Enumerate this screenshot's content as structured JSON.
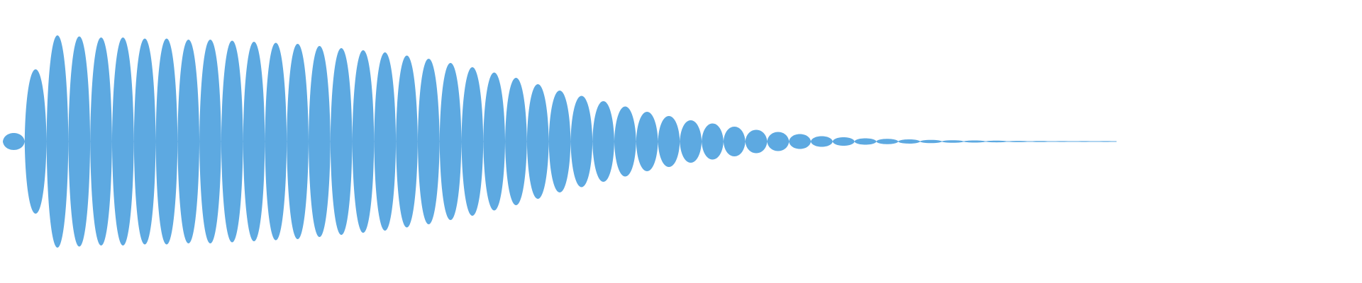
{
  "waveform": {
    "color": "#5da9e1",
    "background": "#ffffff",
    "style": "mirrored-envelope",
    "peaks": [
      0.08,
      0.68,
      1.0,
      0.99,
      0.98,
      0.98,
      0.97,
      0.97,
      0.96,
      0.96,
      0.95,
      0.94,
      0.93,
      0.92,
      0.9,
      0.88,
      0.86,
      0.84,
      0.81,
      0.78,
      0.74,
      0.7,
      0.65,
      0.6,
      0.54,
      0.48,
      0.43,
      0.38,
      0.33,
      0.28,
      0.24,
      0.2,
      0.17,
      0.14,
      0.11,
      0.09,
      0.07,
      0.05,
      0.04,
      0.03,
      0.025,
      0.02,
      0.015,
      0.012,
      0.01,
      0.008,
      0.006,
      0.005,
      0.004,
      0.003,
      0.002
    ],
    "active_fraction": 0.825
  }
}
